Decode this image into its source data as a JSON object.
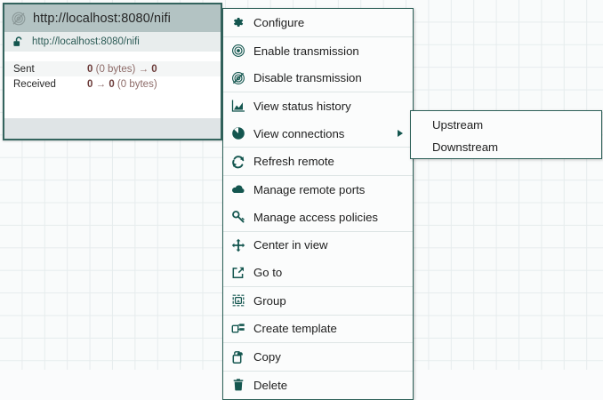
{
  "component": {
    "header": {
      "icon": "transmission-disabled-icon",
      "title": "http://localhost:8080/nifi"
    },
    "uri_row": {
      "icon": "unlocked-padlock-icon",
      "uri": "http://localhost:8080/nifi"
    },
    "stats": [
      {
        "label": "Sent",
        "count_in": "0",
        "bytes": "(0 bytes)",
        "arrow": "→",
        "count_out": "0",
        "order": "count-bytes-arrow-count"
      },
      {
        "label": "Received",
        "count_in": "0",
        "bytes": "(0 bytes)",
        "arrow": "→",
        "count_out": "0",
        "order": "count-arrow-count-bytes"
      }
    ]
  },
  "context_menu": {
    "groups": [
      {
        "items": [
          {
            "icon": "gear-icon",
            "label": "Configure",
            "has_submenu": false
          }
        ]
      },
      {
        "items": [
          {
            "icon": "transmission-enabled-icon",
            "label": "Enable transmission",
            "has_submenu": false
          },
          {
            "icon": "transmission-disabled-icon",
            "label": "Disable transmission",
            "has_submenu": false
          }
        ]
      },
      {
        "items": [
          {
            "icon": "chart-area-icon",
            "label": "View status history",
            "has_submenu": false
          },
          {
            "icon": "connections-icon",
            "label": "View connections",
            "has_submenu": true
          }
        ]
      },
      {
        "items": [
          {
            "icon": "refresh-icon",
            "label": "Refresh remote",
            "has_submenu": false
          }
        ]
      },
      {
        "items": [
          {
            "icon": "cloud-icon",
            "label": "Manage remote ports",
            "has_submenu": false
          },
          {
            "icon": "key-icon",
            "label": "Manage access policies",
            "has_submenu": false
          }
        ]
      },
      {
        "items": [
          {
            "icon": "center-in-view-icon",
            "label": "Center in view",
            "has_submenu": false
          },
          {
            "icon": "external-link-icon",
            "label": "Go to",
            "has_submenu": false
          }
        ]
      },
      {
        "items": [
          {
            "icon": "group-icon",
            "label": "Group",
            "has_submenu": false
          }
        ]
      },
      {
        "items": [
          {
            "icon": "template-icon",
            "label": "Create template",
            "has_submenu": false
          }
        ]
      },
      {
        "items": [
          {
            "icon": "copy-icon",
            "label": "Copy",
            "has_submenu": false
          }
        ]
      },
      {
        "items": [
          {
            "icon": "trash-icon",
            "label": "Delete",
            "has_submenu": false
          }
        ]
      }
    ]
  },
  "submenu": {
    "items": [
      {
        "label": "Upstream"
      },
      {
        "label": "Downstream"
      }
    ]
  },
  "colors": {
    "accent_border": "#2d6058",
    "component_border": "#34645e",
    "header_bg": "#b3c3c3",
    "uri_bg": "#e8eded",
    "footer_bg": "#dfe4e6",
    "icon_teal": "#14564f",
    "stat_value": "#6b3b39",
    "stat_bytes": "#8d6b68",
    "grid_line": "#e6eced",
    "canvas_bg": "#f9fbfb"
  }
}
